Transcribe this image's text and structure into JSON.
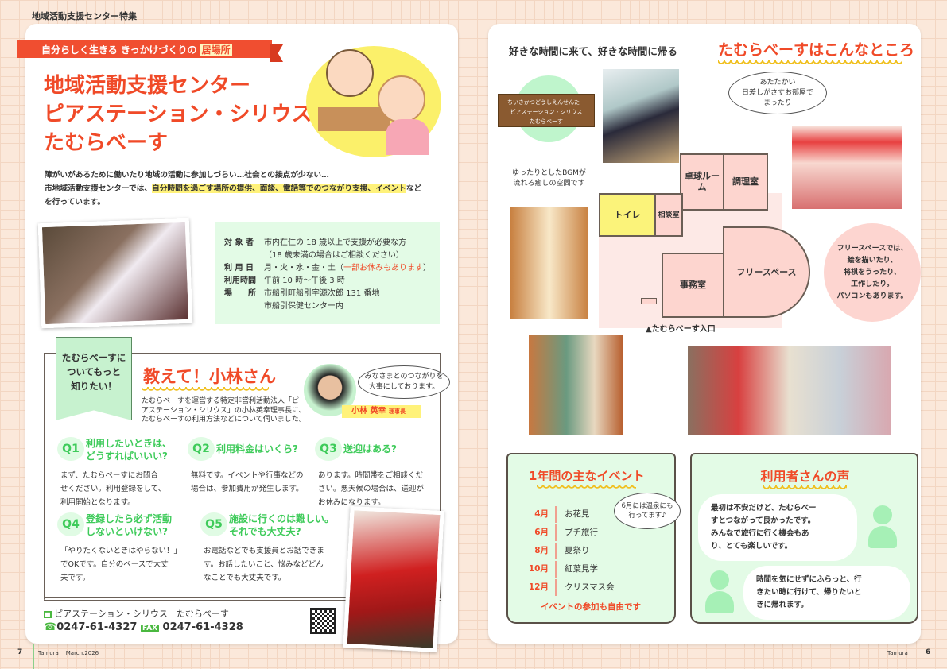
{
  "header": {
    "section_label": "地域活動支援センター特集"
  },
  "left": {
    "ribbon": {
      "text": "自分らしく生きる きっかけづくりの",
      "highlight": "居場所"
    },
    "title_lines": [
      "地域活動支援センター",
      "ピアステーション・シリウス",
      "たむらべーす"
    ],
    "intro": {
      "line1": "障がいがあるために働いたり地域の活動に参加しづらい…社会との接点が少ない…",
      "line2_pre": "市地域活動支援センターでは、",
      "line2_highlight": "自分時間を過ごす場所の提供、面談、電話等でのつながり支援、イベント",
      "line2_post": "など",
      "line3": "を行っています。"
    },
    "info": [
      {
        "label": "対 象 者",
        "value": "市内在住の 18 歳以上で支援が必要な方",
        "value2": "（18 歳未満の場合はご相談ください）"
      },
      {
        "label": "利 用 日",
        "value": "月・火・水・金・土（",
        "value_red": "一部お休みもあります",
        "value_end": "）"
      },
      {
        "label": "利用時間",
        "value": "午前 10 時～午後 3 時"
      },
      {
        "label": "場　　所",
        "value": "市船引町船引字源次郎 131 番地",
        "value2": "市船引保健センター内"
      }
    ],
    "interview": {
      "tag": [
        "たむらべーすに",
        "ついてもっと",
        "知りたい！"
      ],
      "title": "教えて！小林さん",
      "lead": [
        "たむらべーすを運営する特定非営利活動法人「ピ",
        "アステーション・シリウス」の小林英幸理事長に、",
        "たむらべーすの利用方法などについて伺いました。"
      ],
      "speech": [
        "みなさまとのつながりを",
        "大事にしております。"
      ],
      "name": "小林 英幸",
      "role": "理事長",
      "qa": [
        {
          "num": "Q1",
          "q": [
            "利用したいときは、",
            "どうすればいいい?"
          ],
          "a": [
            "まず、たむらべーすにお問合",
            "せください。利用登録をして、",
            "利用開始となります。"
          ]
        },
        {
          "num": "Q2",
          "q": [
            "利用料金はいくら?"
          ],
          "a": [
            "無料です。イベントや行事などの",
            "場合は、参加費用が発生します。"
          ]
        },
        {
          "num": "Q3",
          "q": [
            "送迎はある?"
          ],
          "a": [
            "あります。時間帯をご相談くだ",
            "さい。悪天候の場合は、送迎が",
            "お休みになります。"
          ]
        },
        {
          "num": "Q4",
          "q": [
            "登録したら必ず活動",
            "しないといけない?"
          ],
          "a": [
            "「やりたくないときはやらない！」",
            "でOKです。自分のペースで大丈",
            "夫です。"
          ]
        },
        {
          "num": "Q5",
          "q": [
            "施設に行くのは難しい。",
            "それでも大丈夫?"
          ],
          "a": [
            "お電話などでも支援員とお話できま",
            "す。お話したいこと、悩みなどどん",
            "なことでも大丈夫です。"
          ]
        }
      ]
    },
    "contact": {
      "org": "ピアステーション・シリウス　たむらべーす",
      "tel": "0247-61-4327",
      "fax_label": "FAX",
      "fax": "0247-61-4328"
    },
    "footer": {
      "page": "7",
      "mag": "Tamura",
      "issue": "March.2026"
    }
  },
  "right": {
    "subtitle": "好きな時間に来て、好きな時間に帰る",
    "title": "たむらべーすはこんなところ",
    "sign": [
      "ちいきかつどうしえんせんたー",
      "ピアステーション・シリウス",
      "たむらべーす"
    ],
    "note_bgm": [
      "ゆったりとしたBGMが",
      "流れる癒しの空間です"
    ],
    "note_room": [
      "あたたかい",
      "日差しがさすお部屋で",
      "まったり"
    ],
    "note_free": [
      "フリースペースでは、",
      "絵を描いたり、",
      "将棋をうったり、",
      "工作したり。",
      "パソコンもあります。"
    ],
    "rooms": {
      "pingpong": "卓球ルーム",
      "kitchen": "調理室",
      "toilet": "トイレ",
      "consult": "相談室",
      "free": "フリースペース",
      "office": "事務室"
    },
    "entrance": "▲たむらべーす入口",
    "events": {
      "title": "1年間の主なイベント",
      "items": [
        {
          "month": "4月",
          "name": "お花見"
        },
        {
          "month": "6月",
          "name": "プチ旅行"
        },
        {
          "month": "8月",
          "name": "夏祭り"
        },
        {
          "month": "10月",
          "name": "紅葉見学"
        },
        {
          "month": "12月",
          "name": "クリスマス会"
        }
      ],
      "bubble": [
        "6月には温泉にも",
        "行ってます♪"
      ],
      "footer": "イベントの参加も自由です"
    },
    "voices": {
      "title": "利用者さんの声",
      "items": [
        [
          "最初は不安だけど、たむらべー",
          "すとつながって良かったです。",
          "みんなで旅行に行く機会もあ",
          "り、とても楽しいです。"
        ],
        [
          "時間を気にせずにふらっと、行",
          "きたい時に行けて、帰りたいと",
          "きに帰れます。"
        ]
      ]
    },
    "footer": {
      "mag": "Tamura",
      "page": "6"
    }
  },
  "colors": {
    "accent_red": "#f04a28",
    "green": "#3ecb5a",
    "light_green": "#e3fbe6",
    "yellow": "#fff27a",
    "room_pink": "#fdd5cf"
  }
}
